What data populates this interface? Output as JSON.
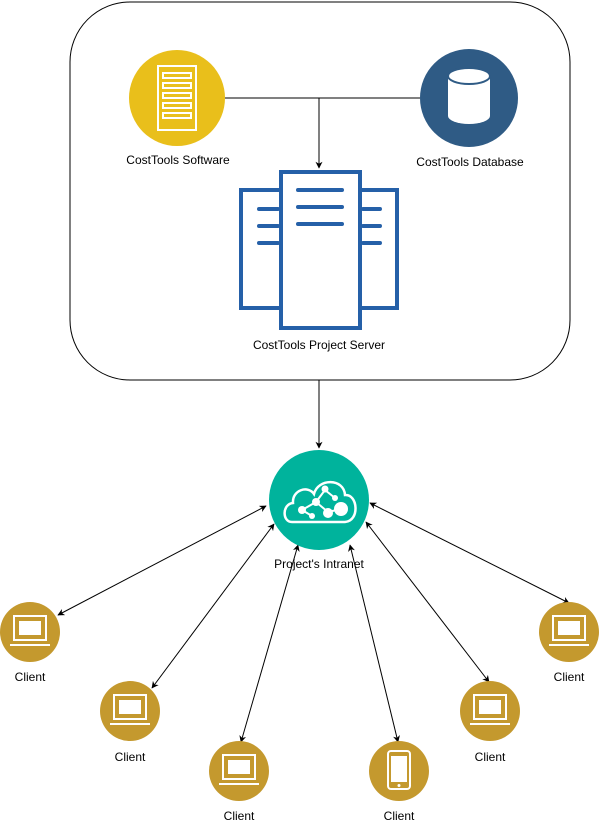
{
  "server_group": {
    "software": {
      "label": "CostTools Software",
      "icon": "server-rack-icon",
      "color": "#E9BF1B"
    },
    "database": {
      "label": "CostTools Database",
      "icon": "database-icon",
      "color": "#2F5B85"
    },
    "project_server": {
      "label": "CostTools Project Server",
      "icon": "server-cluster-icon",
      "color": "#2560A8"
    }
  },
  "intranet": {
    "label": "Project's Intranet",
    "icon": "cloud-network-icon",
    "color": "#00B39C"
  },
  "clients": [
    {
      "label": "Client",
      "icon": "laptop-icon"
    },
    {
      "label": "Client",
      "icon": "laptop-icon"
    },
    {
      "label": "Client",
      "icon": "laptop-icon"
    },
    {
      "label": "Client",
      "icon": "mobile-phone-icon"
    },
    {
      "label": "Client",
      "icon": "laptop-icon"
    },
    {
      "label": "Client",
      "icon": "laptop-icon"
    }
  ],
  "client_color": "#C4992E"
}
